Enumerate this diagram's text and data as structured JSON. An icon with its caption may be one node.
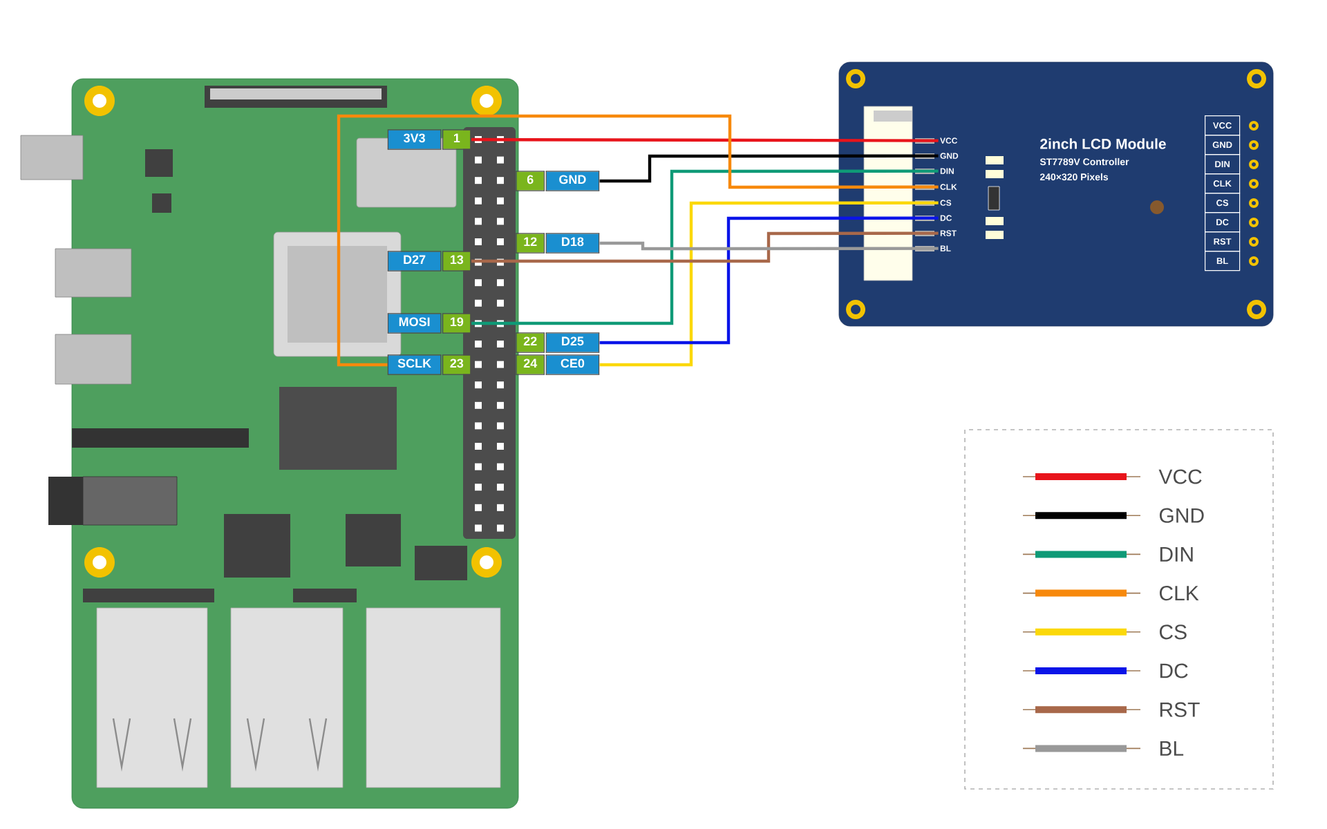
{
  "diagram": {
    "nodes": [
      {
        "text": [
          "3V3",
          "1"
        ]
      },
      {
        "text": [
          "6",
          "GND"
        ]
      },
      {
        "text": [
          "12",
          "D18"
        ]
      },
      {
        "text": [
          "D27",
          "13"
        ]
      },
      {
        "text": [
          "MOSI",
          "19"
        ]
      },
      {
        "text": [
          "22",
          "D25"
        ]
      },
      {
        "text": [
          "SCLK",
          "23"
        ]
      },
      {
        "text": [
          "24",
          "CE0"
        ]
      },
      {
        "text": [
          "2inch LCD Module",
          "ST7789V Controller",
          "240×320 Pixels"
        ]
      },
      {
        "text": [
          "VCC"
        ],
        "in": 8
      },
      {
        "text": [
          "GND"
        ],
        "in": 8
      },
      {
        "text": [
          "DIN"
        ],
        "in": 8
      },
      {
        "text": [
          "CLK"
        ],
        "in": 8
      },
      {
        "text": [
          "CS"
        ],
        "in": 8
      },
      {
        "text": [
          "DC"
        ],
        "in": 8
      },
      {
        "text": [
          "RST"
        ],
        "in": 8
      },
      {
        "text": [
          "BL"
        ],
        "in": 8
      },
      {
        "text": [
          "VCC"
        ],
        "in": 8
      },
      {
        "text": [
          "GND"
        ],
        "in": 8
      },
      {
        "text": [
          "DIN"
        ],
        "in": 8
      },
      {
        "text": [
          "CLK"
        ],
        "in": 8
      },
      {
        "text": [
          "CS"
        ],
        "in": 8
      },
      {
        "text": [
          "DC"
        ],
        "in": 8
      },
      {
        "text": [
          "RST"
        ],
        "in": 8
      },
      {
        "text": [
          "BL"
        ],
        "in": 8
      }
    ],
    "edges": [
      {
        "from": 0,
        "to": 9,
        "arrow": "none",
        "color": "#e8141b"
      },
      {
        "from": 1,
        "to": 10,
        "arrow": "none",
        "color": "#000000"
      },
      {
        "from": 4,
        "to": 11,
        "arrow": "none",
        "color": "#0f9a77"
      },
      {
        "from": 6,
        "to": 12,
        "arrow": "none",
        "color": "#f7890c"
      },
      {
        "from": 7,
        "to": 13,
        "arrow": "none",
        "color": "#fbd80a"
      },
      {
        "from": 5,
        "to": 14,
        "arrow": "none",
        "color": "#0a14e8"
      },
      {
        "from": 3,
        "to": 15,
        "arrow": "none",
        "color": "#a8684a"
      },
      {
        "from": 2,
        "to": 16,
        "arrow": "none",
        "color": "#999999"
      }
    ],
    "legend": [
      {
        "text": "VCC",
        "color": "#e8141b"
      },
      {
        "text": "GND",
        "color": "#000000"
      },
      {
        "text": "DIN",
        "color": "#0f9a77"
      },
      {
        "text": "CLK",
        "color": "#f7890c"
      },
      {
        "text": "CS",
        "color": "#fbd80a"
      },
      {
        "text": "DC",
        "color": "#0a14e8"
      },
      {
        "text": "RST",
        "color": "#a8684a"
      },
      {
        "text": "BL",
        "color": "#999999"
      }
    ]
  }
}
